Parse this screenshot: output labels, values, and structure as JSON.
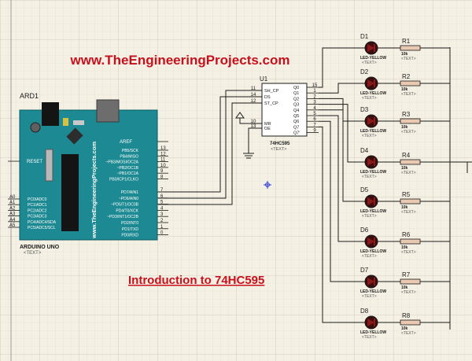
{
  "title_url": "www.TheEngineeringProjects.com",
  "caption": "Introduction to 74HC595",
  "arduino": {
    "ref": "ARD1",
    "type": "ARDUINO UNO",
    "text": "<TEXT>",
    "board_url": "www.TheEngineeringProjects.com",
    "reset": "RESET",
    "aref": "AREF",
    "analog_pins": [
      "A0",
      "A1",
      "A2",
      "A3",
      "A4",
      "A5"
    ],
    "analog_funcs": [
      "PC0/ADC0",
      "PC1/ADC1",
      "PC2/ADC2",
      "PC3/ADC3",
      "PC4/ADC4/SDA",
      "PC5/ADC5/SCL"
    ],
    "digital_top_funcs": [
      "PB5/SCK",
      "PB4/MISO",
      "~PB3/MOSI/OC2A",
      "~PB2/OC1B",
      "~PB1/OC1A",
      "PB0/ICP1/CLKO"
    ],
    "digital_top_nums": [
      "13",
      "12",
      "11",
      "10",
      "9",
      "8"
    ],
    "digital_bot_funcs": [
      "PD7/AIN1",
      "~PD6/AIN0",
      "~PD5/T1/OC0B",
      "PD4/T0/XCK",
      "~PD3/INT1/OC2B",
      "PD2/INT0",
      "PD1/TXD",
      "PD0/RXD"
    ],
    "digital_bot_nums": [
      "7",
      "6",
      "5",
      "4",
      "3",
      "2",
      "1",
      "0"
    ]
  },
  "shift_register": {
    "ref": "U1",
    "type": "74HC595",
    "text": "<TEXT>",
    "left_pins": [
      {
        "num": "11",
        "label": "SH_CP"
      },
      {
        "num": "14",
        "label": "DS"
      },
      {
        "num": "12",
        "label": "ST_CP"
      },
      {
        "num": "10",
        "label": "MR"
      },
      {
        "num": "13",
        "label": "OE"
      }
    ],
    "right_pins": [
      {
        "num": "15",
        "label": "Q0"
      },
      {
        "num": "1",
        "label": "Q1"
      },
      {
        "num": "2",
        "label": "Q2"
      },
      {
        "num": "3",
        "label": "Q3"
      },
      {
        "num": "4",
        "label": "Q4"
      },
      {
        "num": "5",
        "label": "Q5"
      },
      {
        "num": "6",
        "label": "Q6"
      },
      {
        "num": "7",
        "label": "Q7"
      },
      {
        "num": "9",
        "label": "Q7'"
      }
    ]
  },
  "leds": [
    {
      "ref": "D1",
      "type": "LED-YELLOW",
      "text": "<TEXT>"
    },
    {
      "ref": "D2",
      "type": "LED-YELLOW",
      "text": "<TEXT>"
    },
    {
      "ref": "D3",
      "type": "LED-YELLOW",
      "text": "<TEXT>"
    },
    {
      "ref": "D4",
      "type": "LED-YELLOW",
      "text": "<TEXT>"
    },
    {
      "ref": "D5",
      "type": "LED-YELLOW",
      "text": "<TEXT>"
    },
    {
      "ref": "D6",
      "type": "LED-YELLOW",
      "text": "<TEXT>"
    },
    {
      "ref": "D7",
      "type": "LED-YELLOW",
      "text": "<TEXT>"
    },
    {
      "ref": "D8",
      "type": "LED-YELLOW",
      "text": "<TEXT>"
    }
  ],
  "resistors": [
    {
      "ref": "R1",
      "value": "10k",
      "text": "<TEXT>"
    },
    {
      "ref": "R2",
      "value": "10k",
      "text": "<TEXT>"
    },
    {
      "ref": "R3",
      "value": "10k",
      "text": "<TEXT>"
    },
    {
      "ref": "R4",
      "value": "10k",
      "text": "<TEXT>"
    },
    {
      "ref": "R5",
      "value": "10k",
      "text": "<TEXT>"
    },
    {
      "ref": "R6",
      "value": "10k",
      "text": "<TEXT>"
    },
    {
      "ref": "R7",
      "value": "10k",
      "text": "<TEXT>"
    },
    {
      "ref": "R8",
      "value": "10k",
      "text": "<TEXT>"
    }
  ],
  "colors": {
    "background": "#f4f1e4",
    "grid": "#d3d0c2",
    "wire": "#1a1a1a",
    "title_red": "#c8101c",
    "board_teal": "#1d8a93",
    "led_dark": "#3a0e0e",
    "resistor_fill": "#e9c9b2",
    "chip_fill": "#ffffff",
    "marker_blue": "#2a3cd6"
  }
}
